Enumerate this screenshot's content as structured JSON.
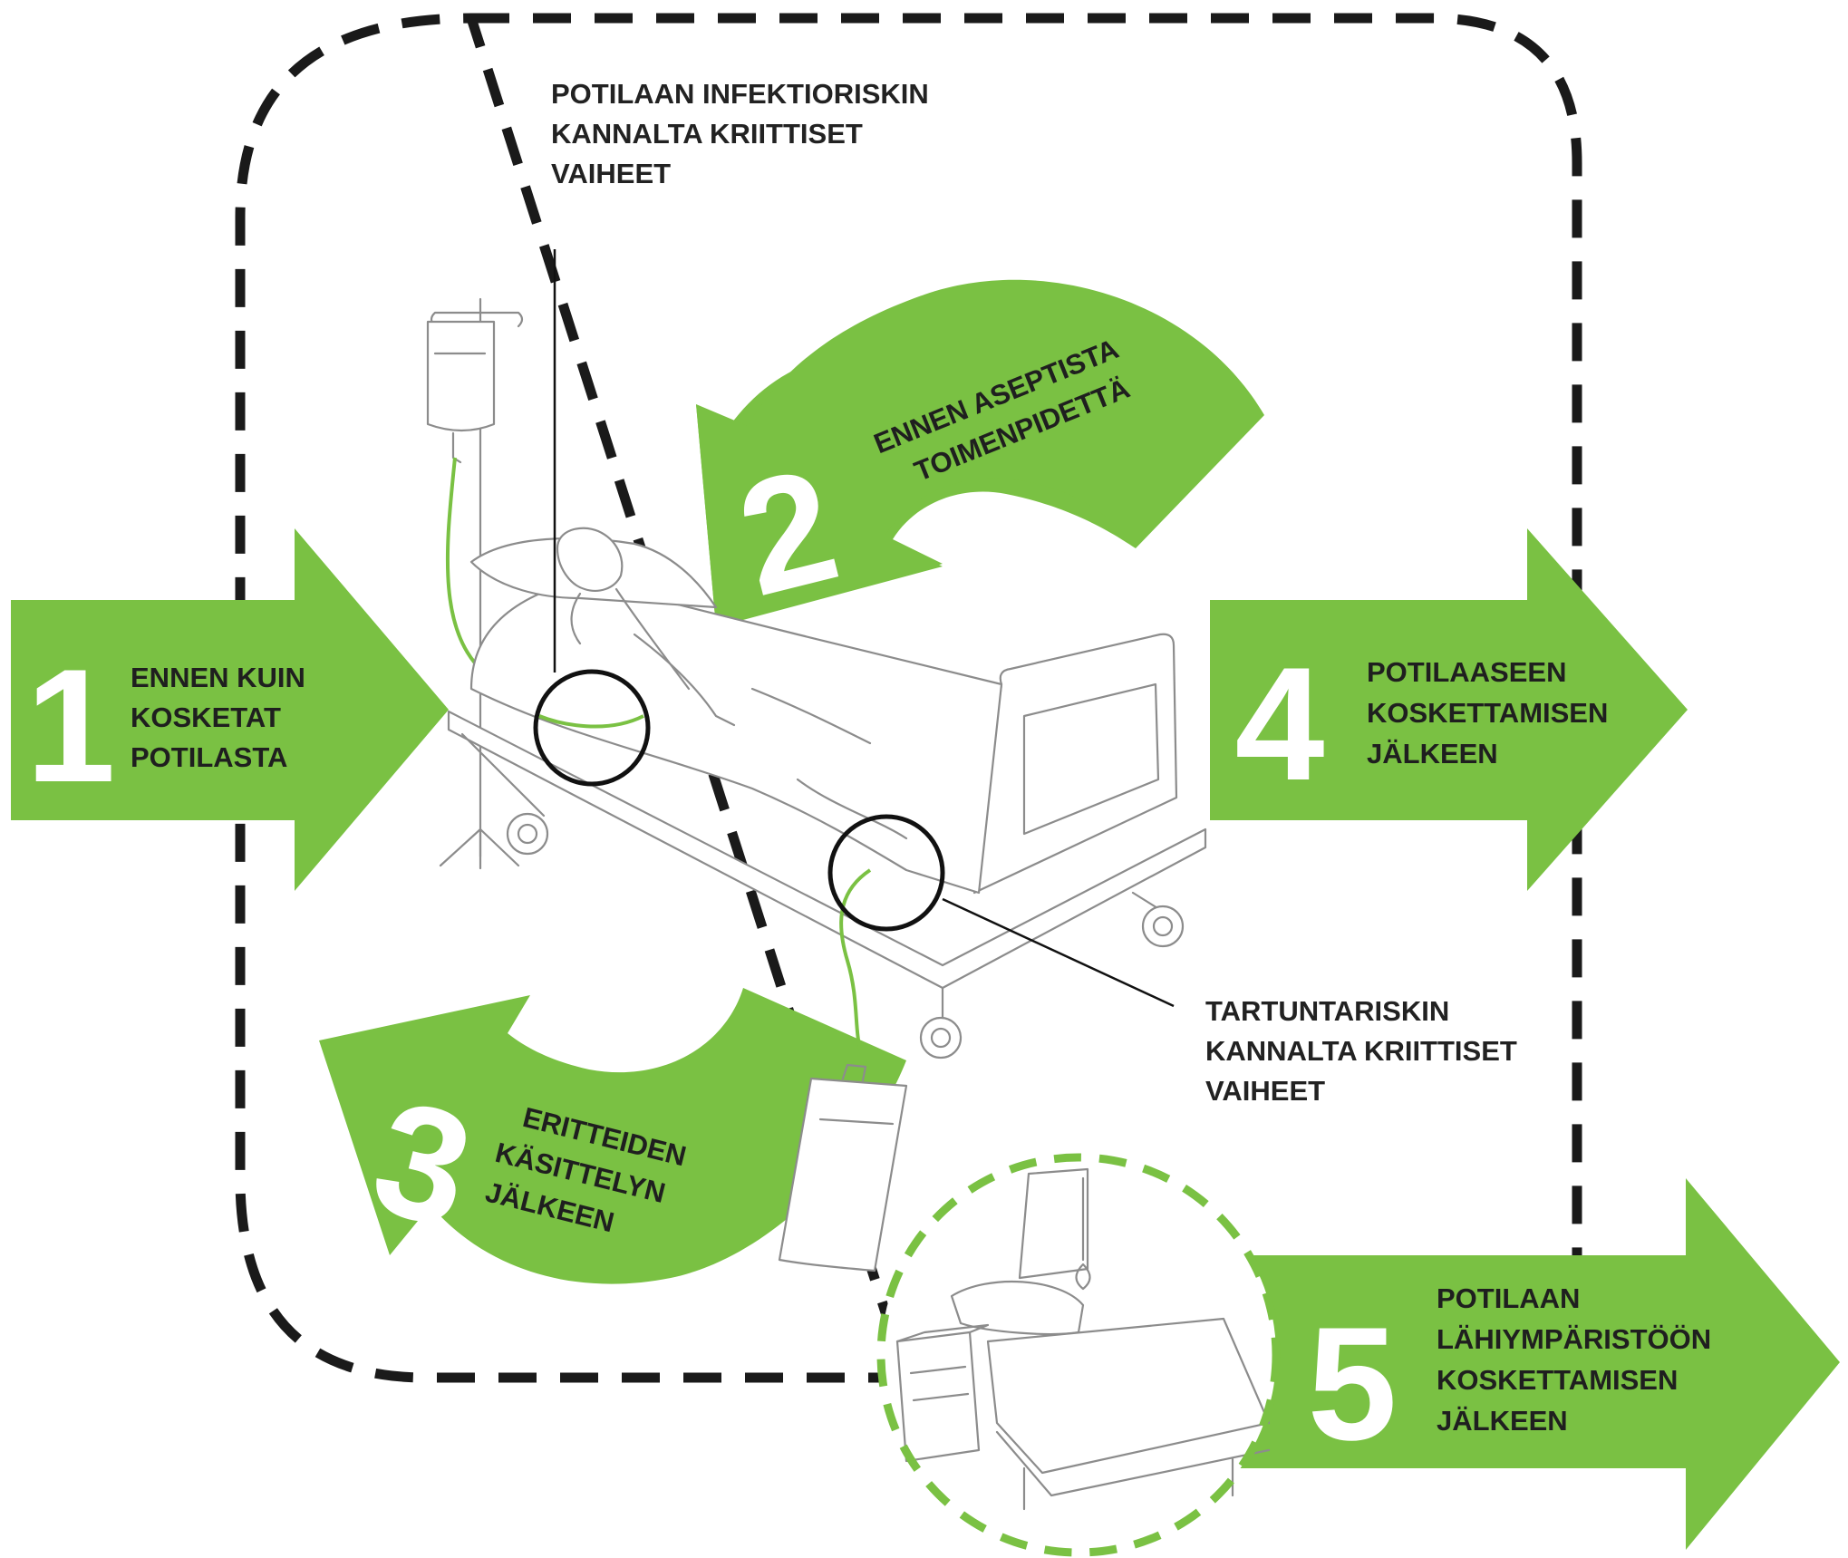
{
  "colors": {
    "green": "#7AC143",
    "dashed_border": "#1a1a1a",
    "text": "#1f1f1f",
    "number": "#ffffff"
  },
  "moments": [
    {
      "number": "1",
      "lines": [
        "ENNEN KUIN",
        "KOSKETAT",
        "POTILASTA"
      ]
    },
    {
      "number": "2",
      "lines": [
        "ENNEN ASEPTISTA",
        "TOIMENPIDETTÄ"
      ]
    },
    {
      "number": "3",
      "lines": [
        "ERITTEIDEN",
        "KÄSITTELYN",
        "JÄLKEEN"
      ]
    },
    {
      "number": "4",
      "lines": [
        "POTILAASEEN",
        "KOSKETTAMISEN",
        "JÄLKEEN"
      ]
    },
    {
      "number": "5",
      "lines": [
        "POTILAAN",
        "LÄHIYMPÄRISTÖÖN",
        "KOSKETTAMISEN",
        "JÄLKEEN"
      ]
    }
  ],
  "annotations": {
    "top": [
      "POTILAAN INFEKTIORISKIN",
      "KANNALTA KRIITTISET",
      "VAIHEET"
    ],
    "bottom": [
      "TARTUNTARISKIN",
      "KANNALTA KRIITTISET",
      "VAIHEET"
    ]
  },
  "icons": [
    "iv-drip-bag-icon",
    "patient-bed-icon",
    "urine-bag-icon",
    "empty-bed-icon",
    "bedside-cabinet-icon"
  ]
}
